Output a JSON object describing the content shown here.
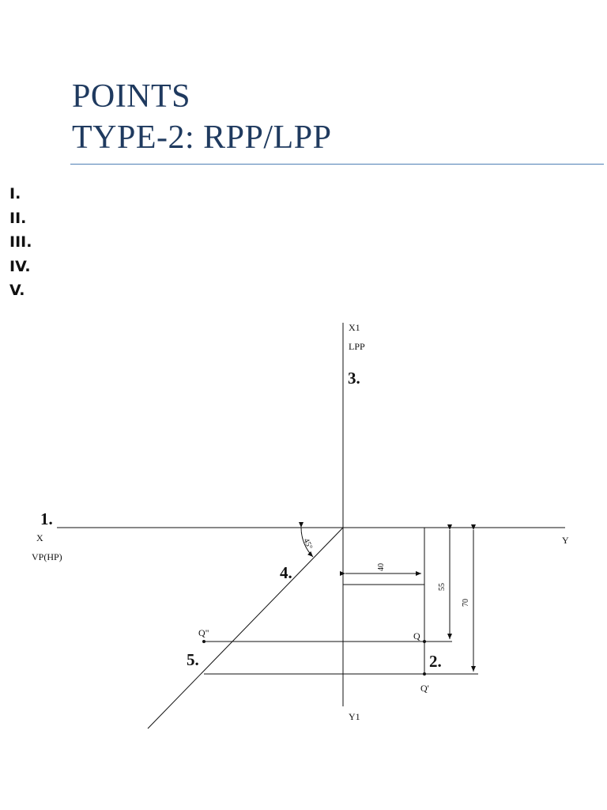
{
  "title": {
    "line1": "POINTS",
    "line2": "TYPE-2: RPP/LPP"
  },
  "list_markers": [
    "I.",
    "II.",
    "III.",
    "IV.",
    "V."
  ],
  "drawing": {
    "labels": {
      "x1": "X1",
      "lpp": "LPP",
      "x": "X",
      "vp_hp": "VP(HP)",
      "y": "Y",
      "y1": "Y1",
      "q": "Q",
      "q_double_prime": "Q\"",
      "q_prime": "Q'"
    },
    "steps": [
      "1.",
      "2.",
      "3.",
      "4.",
      "5."
    ],
    "dimensions": {
      "d40": "40",
      "d55": "55",
      "d70": "70",
      "angle": "45°"
    }
  },
  "colors": {
    "title": "#1f3a5f",
    "rule": "#4f7fb4",
    "line": "#111111"
  }
}
